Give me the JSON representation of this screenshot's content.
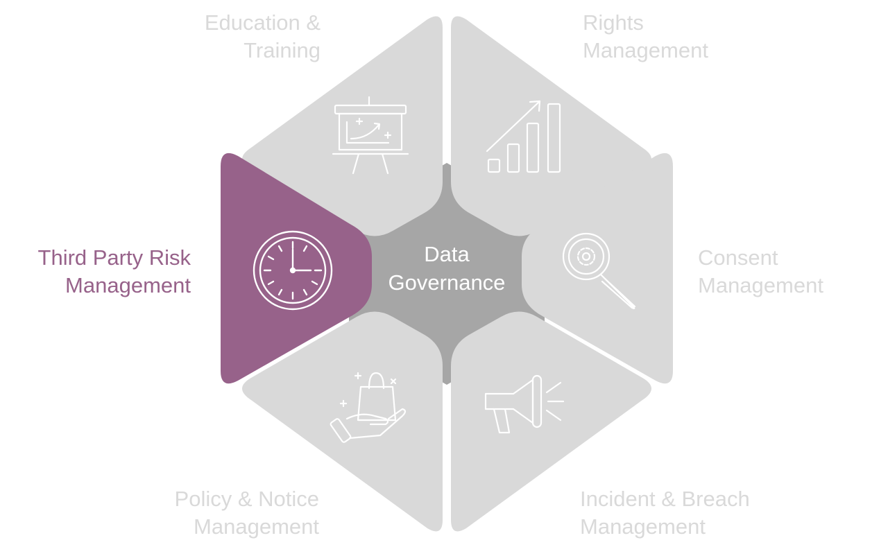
{
  "center": {
    "line1": "Data",
    "line2": "Governance"
  },
  "colors": {
    "segment": "#d9d9d9",
    "active_segment": "#97628a",
    "center": "#a6a6a6",
    "active_label": "#97628a",
    "label": "#d9d9d9",
    "icon_stroke": "#ffffff"
  },
  "segments": {
    "education": {
      "line1": "Education &",
      "line2": "Training",
      "icon": "presentation-board-icon",
      "active": false
    },
    "rights": {
      "line1": "Rights",
      "line2": "Management",
      "icon": "growth-bar-chart-icon",
      "active": false
    },
    "consent": {
      "line1": "Consent",
      "line2": "Management",
      "icon": "magnifier-gear-icon",
      "active": false
    },
    "incident": {
      "line1": "Incident & Breach",
      "line2": "Management",
      "icon": "megaphone-icon",
      "active": false
    },
    "policy": {
      "line1": "Policy & Notice",
      "line2": "Management",
      "icon": "hand-holding-bag-icon",
      "active": false
    },
    "third_party": {
      "line1": "Third Party Risk",
      "line2": "Management",
      "icon": "clock-icon",
      "active": true
    }
  }
}
